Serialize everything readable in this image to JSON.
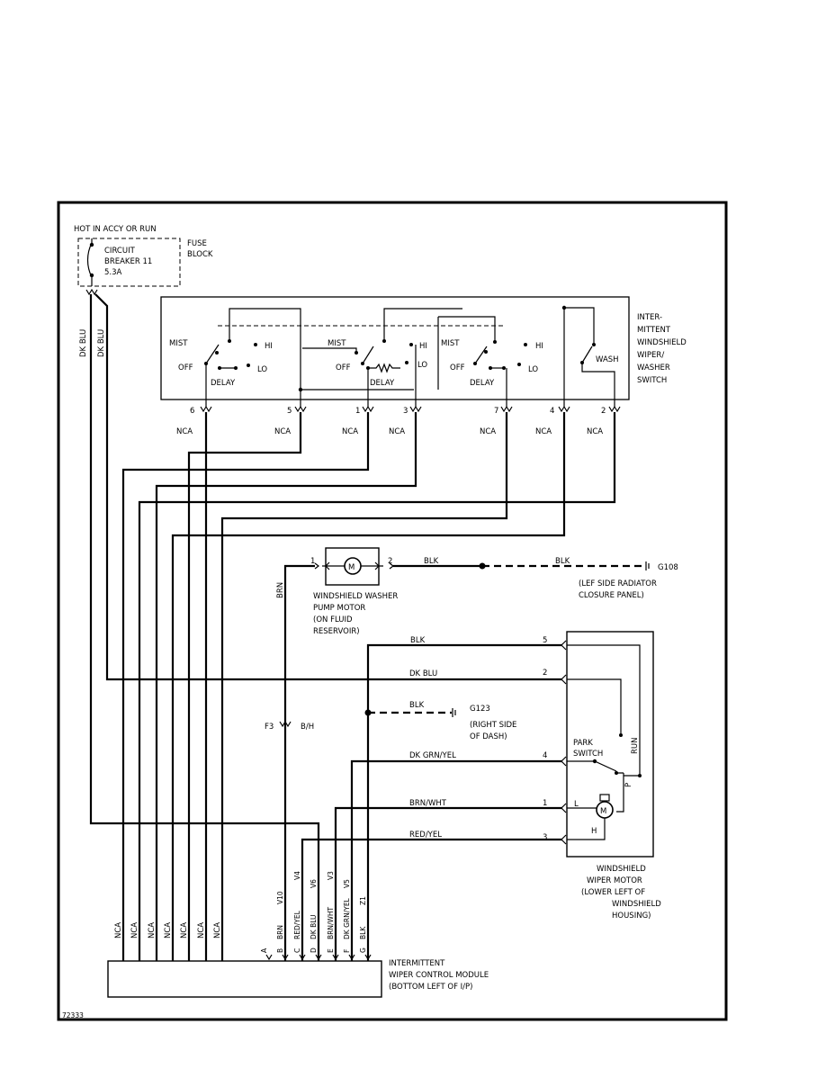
{
  "colors": {
    "ink": "#000000",
    "paper": "#ffffff"
  },
  "fuse": {
    "hot_label": "HOT IN ACCY OR RUN",
    "breaker_l1": "CIRCUIT",
    "breaker_l2": "BREAKER 11",
    "breaker_l3": "5.3A",
    "block_l1": "FUSE",
    "block_l2": "BLOCK"
  },
  "switch": {
    "title_l1": "INTER-",
    "title_l2": "MITTENT",
    "title_l3": "WINDSHIELD",
    "title_l4": "WIPER/",
    "title_l5": "WASHER",
    "title_l6": "SWITCH",
    "mist": "MIST",
    "hi": "HI",
    "lo": "LO",
    "off": "OFF",
    "delay": "DELAY",
    "wash": "WASH",
    "pins": [
      "6",
      "5",
      "1",
      "3",
      "7",
      "4",
      "2"
    ],
    "nca": "NCA"
  },
  "wires": {
    "dk_blu": "DK BLU",
    "blk": "BLK",
    "brn": "BRN",
    "dk_grn_yel": "DK GRN/YEL",
    "brn_wht": "BRN/WHT",
    "red_yel": "RED/YEL"
  },
  "pump": {
    "l1": "WINDSHIELD WASHER",
    "l2": "PUMP MOTOR",
    "l3": "(ON FLUID",
    "l4": "RESERVOIR)",
    "pin1": "1",
    "pin2": "2",
    "motor": "M"
  },
  "ground_g108": {
    "id": "G108",
    "l1": "(LEF SIDE RADIATOR",
    "l2": "CLOSURE PANEL)"
  },
  "ground_g123": {
    "id": "G123",
    "l1": "(RIGHT SIDE",
    "l2": "OF DASH)"
  },
  "connector_f3": {
    "id": "F3",
    "desc": "B/H"
  },
  "wiper_motor": {
    "l1": "WINDSHIELD",
    "l2": "WIPER MOTOR",
    "l3": "(LOWER LEFT OF",
    "l4": "WINDSHIELD",
    "l5": "HOUSING)",
    "pins": [
      "5",
      "2",
      "4",
      "1",
      "3"
    ],
    "park_l1": "PARK",
    "park_l2": "SWITCH",
    "run": "RUN",
    "p": "P",
    "l": "L",
    "h": "H",
    "motor": "M"
  },
  "module": {
    "l1": "INTERMITTENT",
    "l2": "WIPER CONTROL MODULE",
    "l3": "(BOTTOM LEFT OF I/P)",
    "nca_wires": [
      "NCA",
      "NCA",
      "NCA",
      "NCA",
      "NCA",
      "NCA",
      "NCA"
    ],
    "circuits": [
      {
        "pin": "A",
        "color": "",
        "circuit": ""
      },
      {
        "pin": "B",
        "color": "BRN",
        "circuit": "V10"
      },
      {
        "pin": "C",
        "color": "RED/YEL",
        "circuit": "V4"
      },
      {
        "pin": "D",
        "color": "DK BLU",
        "circuit": "V6"
      },
      {
        "pin": "E",
        "color": "BRN/WHT",
        "circuit": "V3"
      },
      {
        "pin": "F",
        "color": "DK GRN/YEL",
        "circuit": "V5"
      },
      {
        "pin": "G",
        "color": "BLK",
        "circuit": "Z1"
      }
    ]
  },
  "figure_id": "72333"
}
